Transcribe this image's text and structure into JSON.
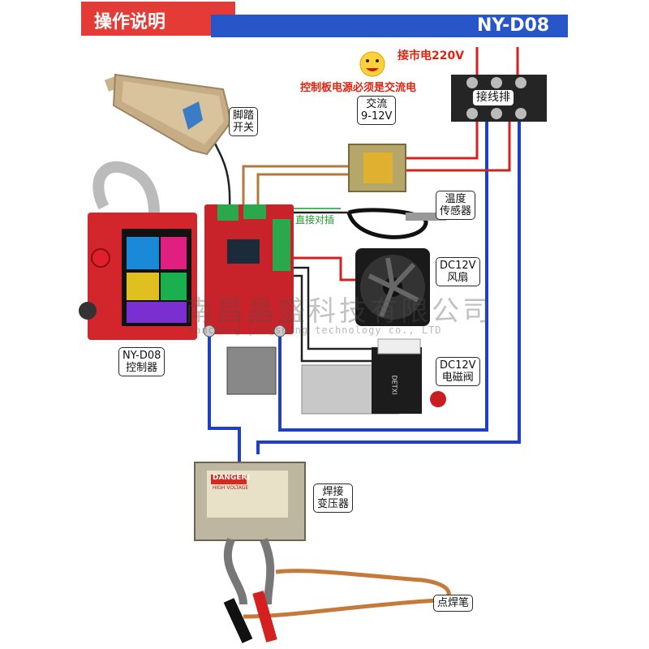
{
  "header": {
    "title": "操作说明",
    "model": "NY-D08"
  },
  "notes": {
    "mains": "接市电220V",
    "control_power": "控制板电源必须是交流电",
    "direct_plug": "直接对插"
  },
  "labels": {
    "foot_switch": [
      "脚踏",
      "开关"
    ],
    "ac_supply": [
      "交流",
      "9-12V"
    ],
    "terminal_block": "接线排",
    "temp_sensor": [
      "温度",
      "传感器"
    ],
    "fan": [
      "DC12V",
      "风扇"
    ],
    "controller": [
      "NY-D08",
      "控制器"
    ],
    "solenoid": [
      "DC12V",
      "电磁阀"
    ],
    "weld_transformer": [
      "焊接",
      "变压器"
    ],
    "spot_pen": "点焊笔"
  },
  "watermark": {
    "cn": "南昌晶盛科技有限公司",
    "en": "nanchang jingsheng technology co., LTD"
  },
  "component_text": {
    "transformer_plate": "DANGER!",
    "transformer_sub": "HIGH VOLTAGE",
    "solenoid_brand": "DETXI"
  },
  "colors": {
    "header_red": "#e53b36",
    "header_blue": "#2855c7",
    "wire_blue": "#1f3fc6",
    "wire_red": "#d42020",
    "wire_brown": "#b07a3a",
    "pcb_red": "#d3262c"
  }
}
